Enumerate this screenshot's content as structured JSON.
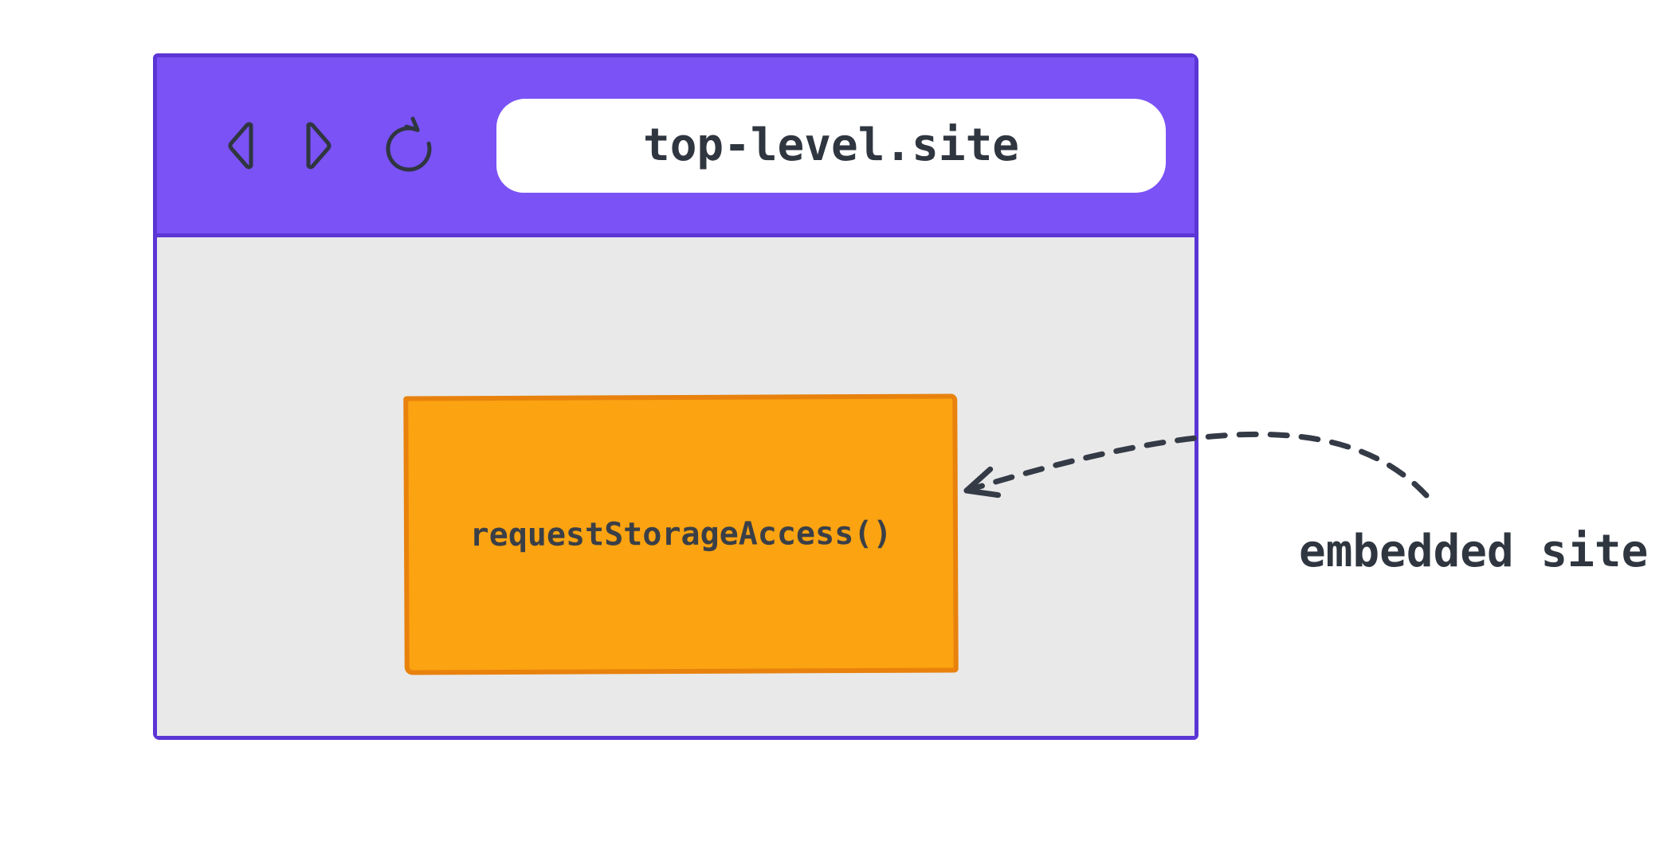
{
  "browser": {
    "url": "top-level.site",
    "toolbar": {
      "icons": [
        {
          "name": "back-icon"
        },
        {
          "name": "forward-icon"
        },
        {
          "name": "reload-icon"
        }
      ]
    }
  },
  "iframe": {
    "label": "requestStorageAccess()"
  },
  "annotation": {
    "label": "embedded site"
  },
  "colors": {
    "toolbar_purple": "#7a52f5",
    "window_border_purple": "#5b35d5",
    "viewport_gray": "#e9e9e9",
    "iframe_orange": "#fba311",
    "iframe_border_orange": "#e8820d",
    "ink": "#2f3640",
    "arrow_ink": "#343a46"
  }
}
